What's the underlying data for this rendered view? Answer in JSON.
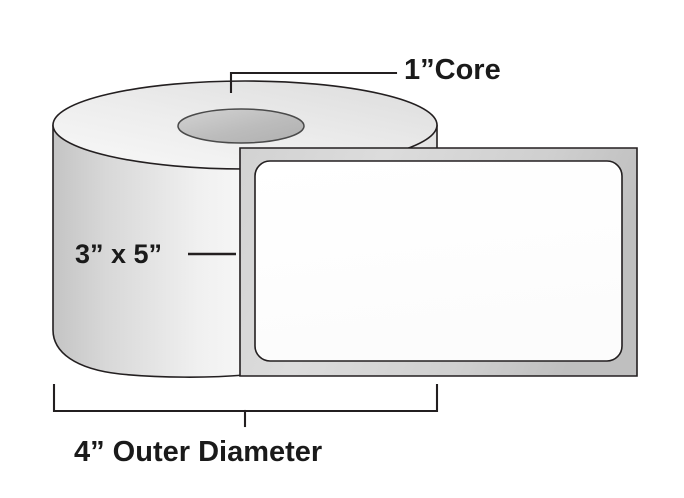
{
  "diagram": {
    "kind": "label-roll-dimension-diagram",
    "background_color": "#ffffff",
    "line_color": "#231f20",
    "text_color": "#1a1a1a",
    "roll_fill_light": "#ffffff",
    "roll_fill_gray": "#c9c9c9",
    "core_fill": "#bdbdbd",
    "backing_fill": "#d6d6d6",
    "label_face_fill": "#ffffff"
  },
  "annotations": {
    "core": {
      "text": "1”Core",
      "leader": "horizontal-with-left-drop"
    },
    "label_size": {
      "text": "3” x 5”",
      "leader": "dash-right"
    },
    "outer_diameter": {
      "text": "4” Outer Diameter",
      "leader": "dimension-bracket-below"
    }
  },
  "measurements": {
    "core_diameter": "1”",
    "label_width": "3”",
    "label_height": "5”",
    "outer_diameter": "4”"
  }
}
